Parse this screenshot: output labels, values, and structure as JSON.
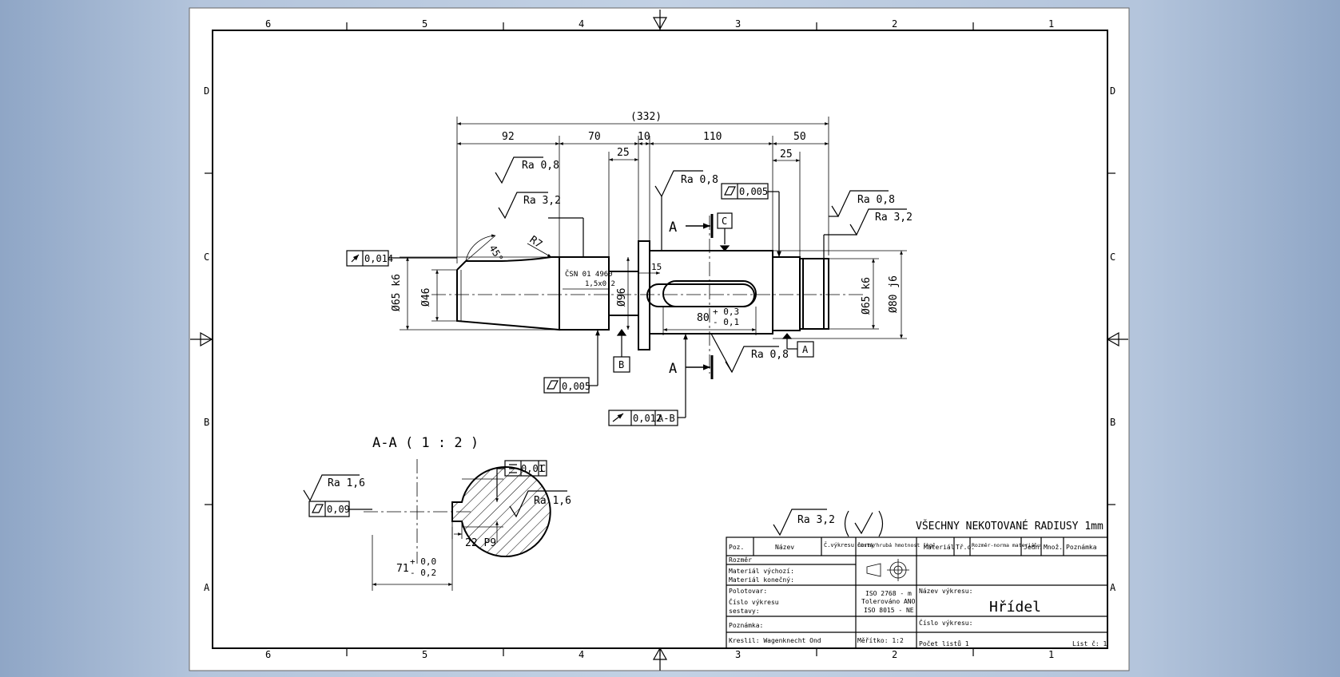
{
  "frame": {
    "zones_top": [
      "6",
      "5",
      "4",
      "3",
      "2",
      "1"
    ],
    "zones_bottom": [
      "6",
      "5",
      "4",
      "3",
      "2",
      "1"
    ],
    "rows_left": [
      "D",
      "C",
      "B",
      "A"
    ],
    "rows_right": [
      "D",
      "C",
      "B",
      "A"
    ]
  },
  "dimensions": {
    "overall": "(332)",
    "d92": "92",
    "d70": "70",
    "d10": "10",
    "d110": "110",
    "d50": "50",
    "d25a": "25",
    "d25b": "25",
    "d15": "15",
    "dia65a": "Ø65 k6",
    "dia46": "Ø46",
    "dia96": "Ø96",
    "dia65b": "Ø65 k6",
    "dia80": "Ø80 j6",
    "slot_len": "80",
    "slot_tol_up": "+ 0,3",
    "slot_tol_lo": "- 0,1",
    "angle": "45°",
    "radius": "R7",
    "csn_line1": "ČSN 01 4960",
    "csn_line2": "1,5x0,2"
  },
  "roughness": {
    "r1": "Ra 0,8",
    "r2": "Ra 3,2",
    "r3": "Ra 0,8",
    "r4": "Ra 0,8",
    "r5": "Ra 3,2",
    "r6": "Ra 0,8",
    "r7": "Ra 1,6",
    "r8": "Ra 1,6",
    "general": "Ra 3,2"
  },
  "tolerances": {
    "runout_left": "0,014",
    "cyl_top": "0,005",
    "cyl_bottom": "0,005",
    "total_runout": "0,012",
    "total_runout_ref": "A-B",
    "section_cyl": "0,09",
    "symmetry": "0,01",
    "symmetry_ref": "C"
  },
  "datums": {
    "a": "A",
    "b": "B",
    "c": "C"
  },
  "section": {
    "mark_top": "A",
    "mark_bottom": "A",
    "title": "A-A ( 1 : 2 )",
    "key_width": "22 P9",
    "depth": "71",
    "depth_tol_up": "+ 0,0",
    "depth_tol_lo": "- 0,2"
  },
  "note": "VŠECHNY NEKOTOVANÉ RADIUSY 1mm",
  "title_block": {
    "headers": [
      "Poz.",
      "Název",
      "Č.výkresu normy",
      "Čistá/hrubá hmotnost [kg]",
      "Materiál",
      "Tř.o.",
      "Rozměr-norma materiálu",
      "Jedn.",
      "Množ.",
      "Poznámka"
    ],
    "rozmer": "Rozměr",
    "mat_vychozi": "Materiál výchozí:",
    "mat_konecny": "Materiál konečný:",
    "polotovar": "Polotovar:",
    "cislo_sestavy_1": "Číslo výkresu",
    "cislo_sestavy_2": "sestavy:",
    "poznamka": "Poznámka:",
    "kreslil": "Kreslil: Wagenknecht Ond",
    "meritko": "Měřítko:  1:2",
    "iso1": "ISO 2768 - m",
    "iso2": "Tolerováno ANO",
    "iso3": "ISO 8015 - NE",
    "nazev_vykresu_label": "Název výkresu:",
    "nazev_vykresu": "Hřídel",
    "cislo_vykresu": "Číslo výkresu:",
    "pocet_listu": "Počet listů  1",
    "list": "List č: 1"
  }
}
